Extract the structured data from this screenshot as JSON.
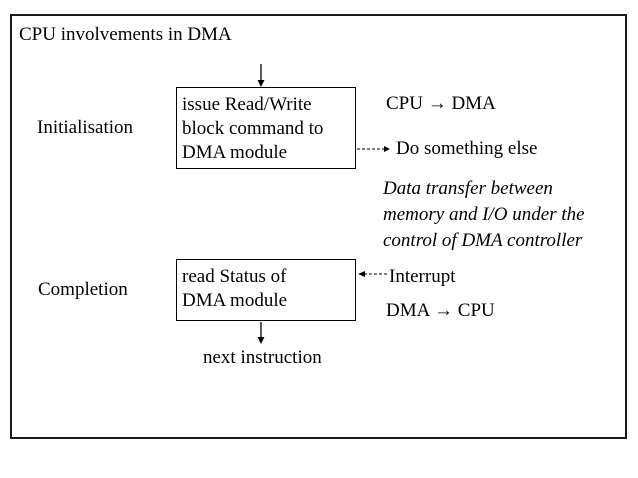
{
  "title": "CPU involvements in DMA",
  "stages": {
    "init": "Initialisation",
    "completion": "Completion"
  },
  "boxes": {
    "issue": [
      "issue Read/Write",
      "block command to",
      "DMA module"
    ],
    "status": [
      "read Status of",
      "DMA module"
    ]
  },
  "labels": {
    "cpu_to_dma": "CPU → DMA",
    "do_else": "Do something else",
    "transfer": [
      "Data transfer between",
      "memory and I/O under the",
      "control of DMA controller"
    ],
    "interrupt": "Interrupt",
    "dma_to_cpu": "DMA → CPU",
    "next": "next instruction"
  }
}
